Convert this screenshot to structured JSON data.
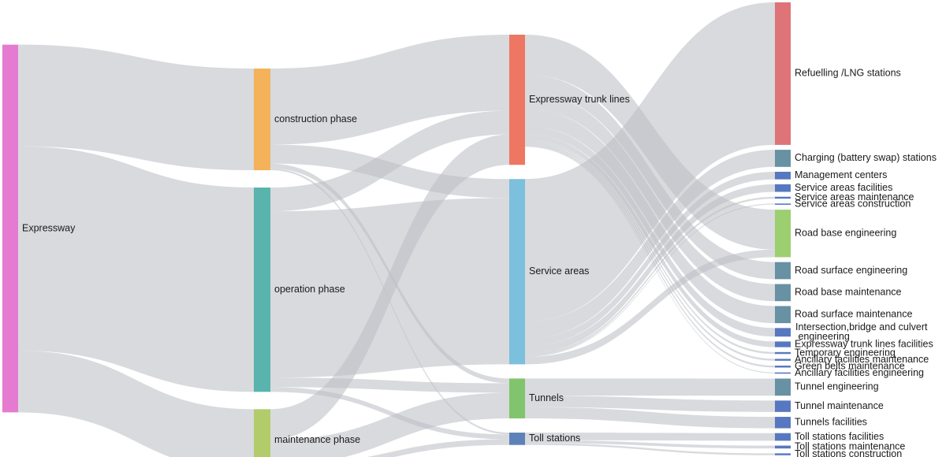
{
  "diagram": {
    "type": "sankey",
    "link_color": "#bcc0c4",
    "nodes": [
      {
        "id": "expressway",
        "label": "Expressway",
        "color": "#e57bd0"
      },
      {
        "id": "construction",
        "label": "construction phase",
        "color": "#f4b25a"
      },
      {
        "id": "operation",
        "label": "operation phase",
        "color": "#58b4ad"
      },
      {
        "id": "maintenance",
        "label": "maintenance phase",
        "color": "#b2cc6b"
      },
      {
        "id": "trunk",
        "label": "Expressway trunk lines",
        "color": "#ee7764"
      },
      {
        "id": "service",
        "label": "Service areas",
        "color": "#7cc0dd"
      },
      {
        "id": "tunnels",
        "label": "Tunnels",
        "color": "#82c46d"
      },
      {
        "id": "toll",
        "label": "Toll stations",
        "color": "#5d82b8"
      },
      {
        "id": "refuel",
        "label": "Refuelling /LNG stations",
        "color": "#de7378"
      },
      {
        "id": "charging",
        "label": "Charging (battery swap) stations",
        "color": "#6891a3"
      },
      {
        "id": "mgmt",
        "label": "Management centers",
        "color": "#5778c0"
      },
      {
        "id": "safac",
        "label": "Service areas facilities",
        "color": "#5778c0"
      },
      {
        "id": "samaint",
        "label": "Service areas maintenance",
        "color": "#5778c0"
      },
      {
        "id": "sacons",
        "label": "Service areas construction",
        "color": "#5778c0"
      },
      {
        "id": "rbeng",
        "label": "Road base engineering",
        "color": "#9bcf70"
      },
      {
        "id": "rseng",
        "label": "Road surface engineering",
        "color": "#6891a3"
      },
      {
        "id": "rbmaint",
        "label": "Road base maintenance",
        "color": "#6891a3"
      },
      {
        "id": "rsmaint",
        "label": "Road surface maintenance",
        "color": "#6891a3"
      },
      {
        "id": "ibc",
        "label": "Intersection,bridge and culvert engineering",
        "color": "#5778c0"
      },
      {
        "id": "etlfac",
        "label": "Expressway trunk lines facilities",
        "color": "#5778c0"
      },
      {
        "id": "temp",
        "label": "Temporary engineering",
        "color": "#5778c0"
      },
      {
        "id": "ancmaint",
        "label": "Ancillary facilities maintenance",
        "color": "#5778c0"
      },
      {
        "id": "green",
        "label": "Green belts maintenance",
        "color": "#5778c0"
      },
      {
        "id": "anceng",
        "label": "Ancillary facilities engineering",
        "color": "#5778c0"
      },
      {
        "id": "tuneng",
        "label": "Tunnel engineering",
        "color": "#6891a3"
      },
      {
        "id": "tunmaint",
        "label": "Tunnel maintenance",
        "color": "#5778c0"
      },
      {
        "id": "tunfac",
        "label": "Tunnels facilities",
        "color": "#5778c0"
      },
      {
        "id": "tollfac",
        "label": "Toll stations facilities",
        "color": "#5778c0"
      },
      {
        "id": "tollmaint",
        "label": "Toll stations maintenance",
        "color": "#5778c0"
      },
      {
        "id": "tollcons",
        "label": "Toll stations construction",
        "color": "#5778c0"
      }
    ],
    "links": [
      {
        "source": "expressway",
        "target": "operation",
        "value": 215
      },
      {
        "source": "expressway",
        "target": "construction",
        "value": 107
      },
      {
        "source": "expressway",
        "target": "maintenance",
        "value": 65
      },
      {
        "source": "construction",
        "target": "trunk",
        "value": 80
      },
      {
        "source": "construction",
        "target": "service",
        "value": 20
      },
      {
        "source": "construction",
        "target": "tunnels",
        "value": 5
      },
      {
        "source": "construction",
        "target": "toll",
        "value": 2
      },
      {
        "source": "operation",
        "target": "service",
        "value": 175
      },
      {
        "source": "operation",
        "target": "trunk",
        "value": 25
      },
      {
        "source": "operation",
        "target": "tunnels",
        "value": 10
      },
      {
        "source": "operation",
        "target": "toll",
        "value": 5
      },
      {
        "source": "maintenance",
        "target": "trunk",
        "value": 32
      },
      {
        "source": "maintenance",
        "target": "tunnels",
        "value": 27
      },
      {
        "source": "maintenance",
        "target": "toll",
        "value": 6
      },
      {
        "source": "service",
        "target": "refuel",
        "value": 150
      },
      {
        "source": "service",
        "target": "charging",
        "value": 18
      },
      {
        "source": "service",
        "target": "mgmt",
        "value": 8
      },
      {
        "source": "service",
        "target": "safac",
        "value": 8
      },
      {
        "source": "service",
        "target": "samaint",
        "value": 2
      },
      {
        "source": "service",
        "target": "sacons",
        "value": 1
      },
      {
        "source": "service",
        "target": "rbeng",
        "value": 8
      },
      {
        "source": "trunk",
        "target": "rbeng",
        "value": 42
      },
      {
        "source": "trunk",
        "target": "rseng",
        "value": 18
      },
      {
        "source": "trunk",
        "target": "rbmaint",
        "value": 18
      },
      {
        "source": "trunk",
        "target": "rsmaint",
        "value": 18
      },
      {
        "source": "trunk",
        "target": "ibc",
        "value": 9
      },
      {
        "source": "trunk",
        "target": "etlfac",
        "value": 6
      },
      {
        "source": "trunk",
        "target": "temp",
        "value": 2
      },
      {
        "source": "trunk",
        "target": "ancmaint",
        "value": 2
      },
      {
        "source": "trunk",
        "target": "green",
        "value": 2
      },
      {
        "source": "trunk",
        "target": "anceng",
        "value": 1
      },
      {
        "source": "tunnels",
        "target": "tuneng",
        "value": 18
      },
      {
        "source": "tunnels",
        "target": "tunmaint",
        "value": 12
      },
      {
        "source": "tunnels",
        "target": "tunfac",
        "value": 12
      },
      {
        "source": "toll",
        "target": "tollfac",
        "value": 8
      },
      {
        "source": "toll",
        "target": "tollmaint",
        "value": 3
      },
      {
        "source": "toll",
        "target": "tollcons",
        "value": 2
      }
    ]
  }
}
